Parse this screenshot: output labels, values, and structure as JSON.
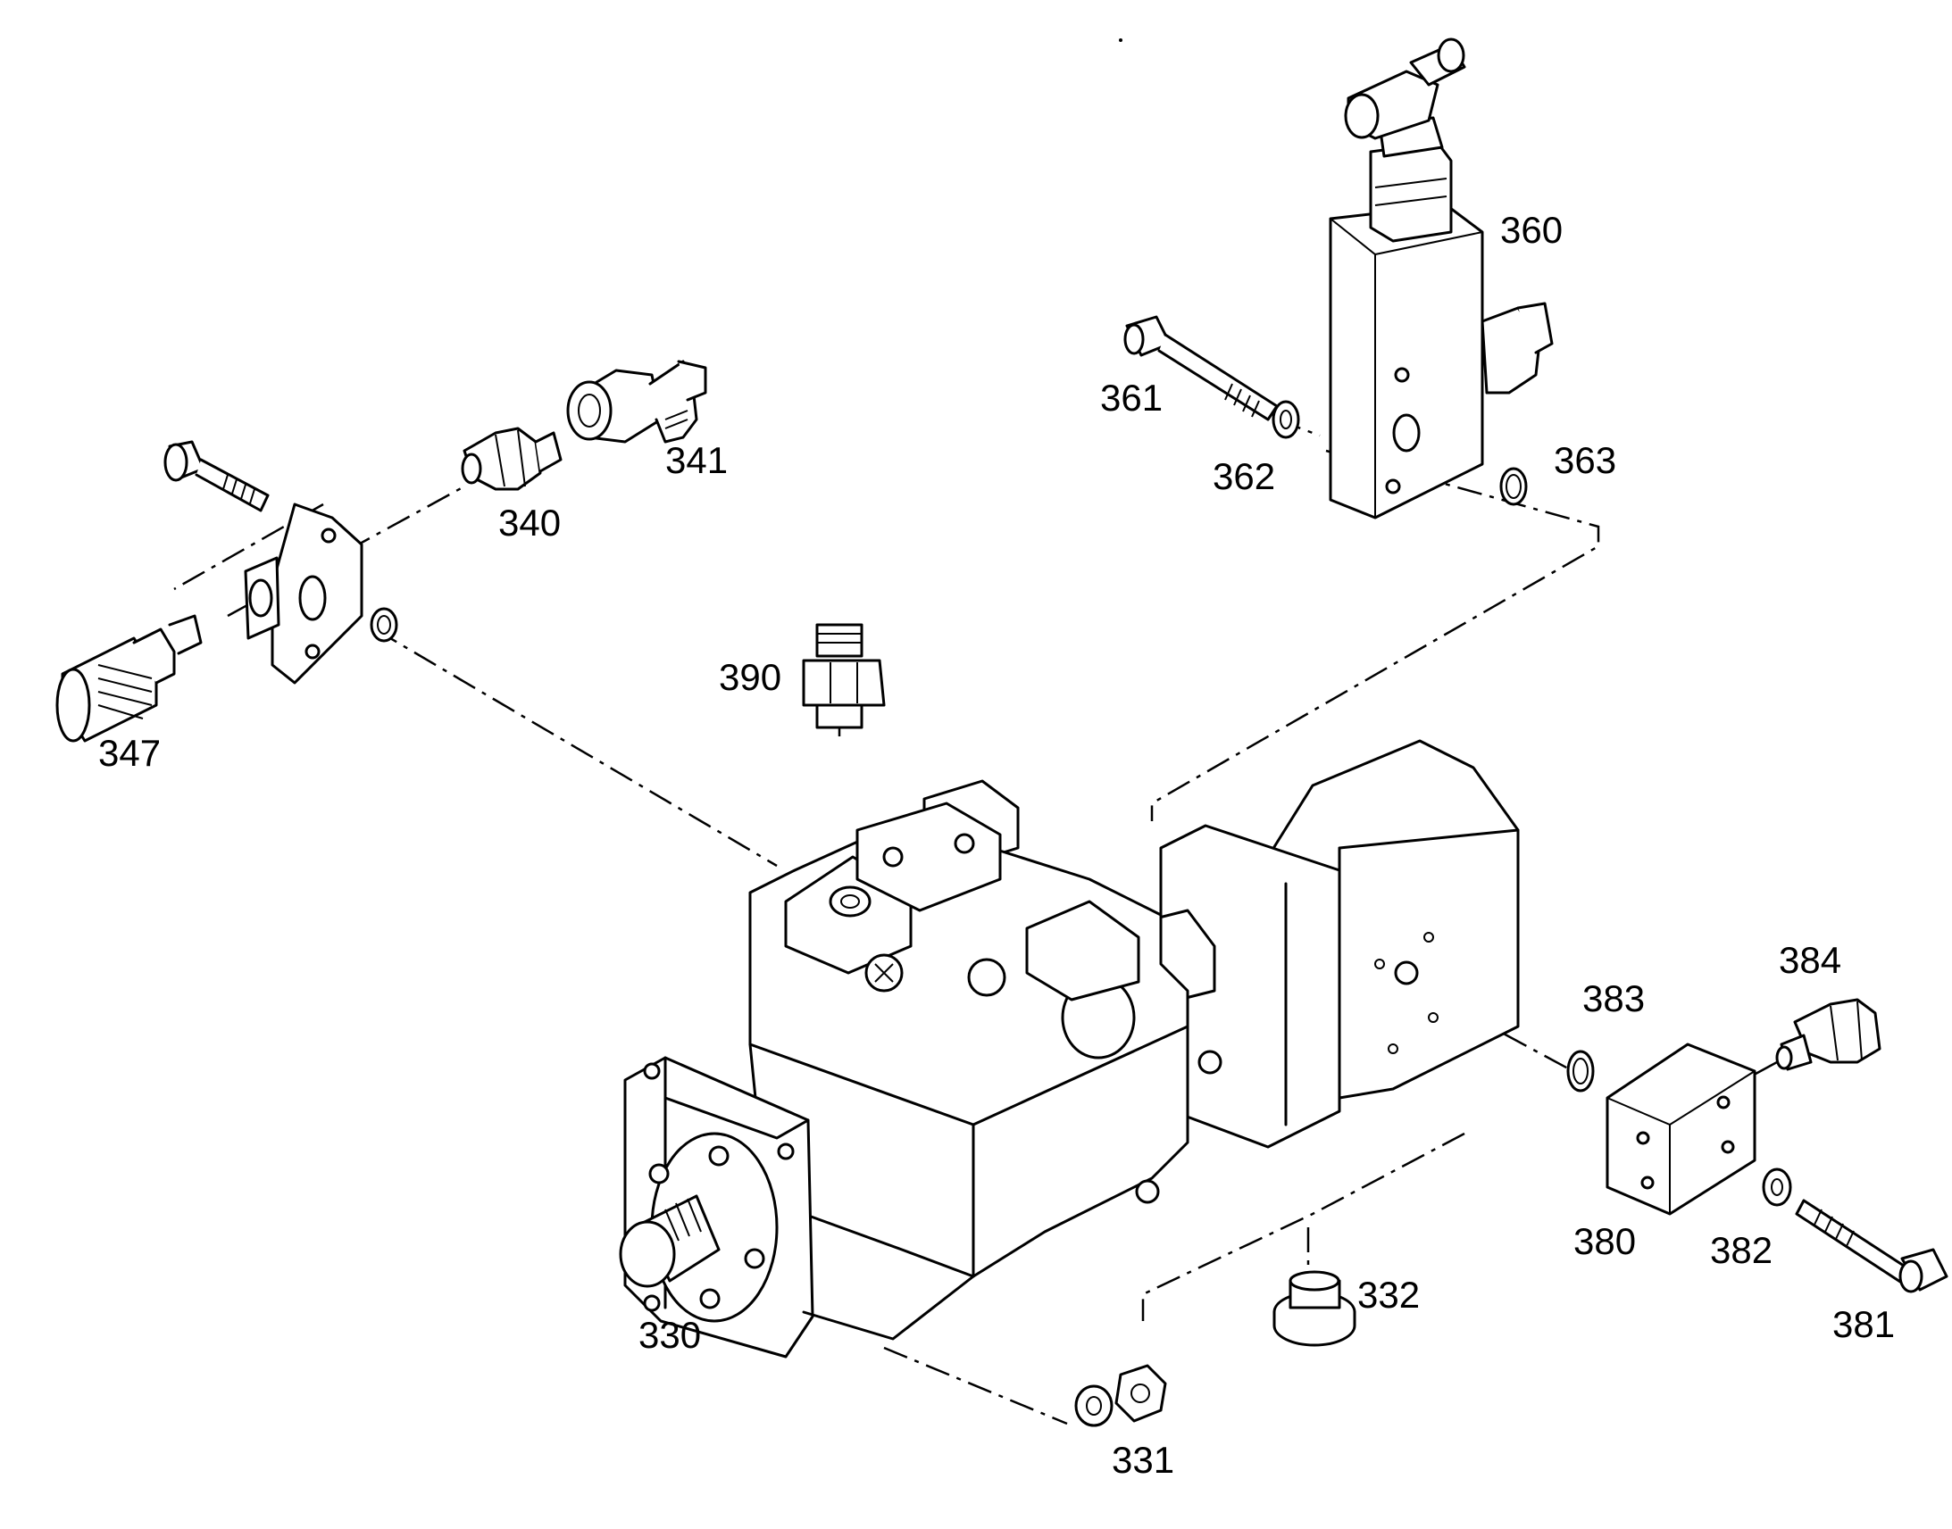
{
  "parts": [
    {
      "id": "330"
    },
    {
      "id": "331"
    },
    {
      "id": "332"
    },
    {
      "id": "340"
    },
    {
      "id": "341"
    },
    {
      "id": "347"
    },
    {
      "id": "360"
    },
    {
      "id": "361"
    },
    {
      "id": "362"
    },
    {
      "id": "363"
    },
    {
      "id": "380"
    },
    {
      "id": "381"
    },
    {
      "id": "382"
    },
    {
      "id": "383"
    },
    {
      "id": "384"
    },
    {
      "id": "390"
    }
  ]
}
